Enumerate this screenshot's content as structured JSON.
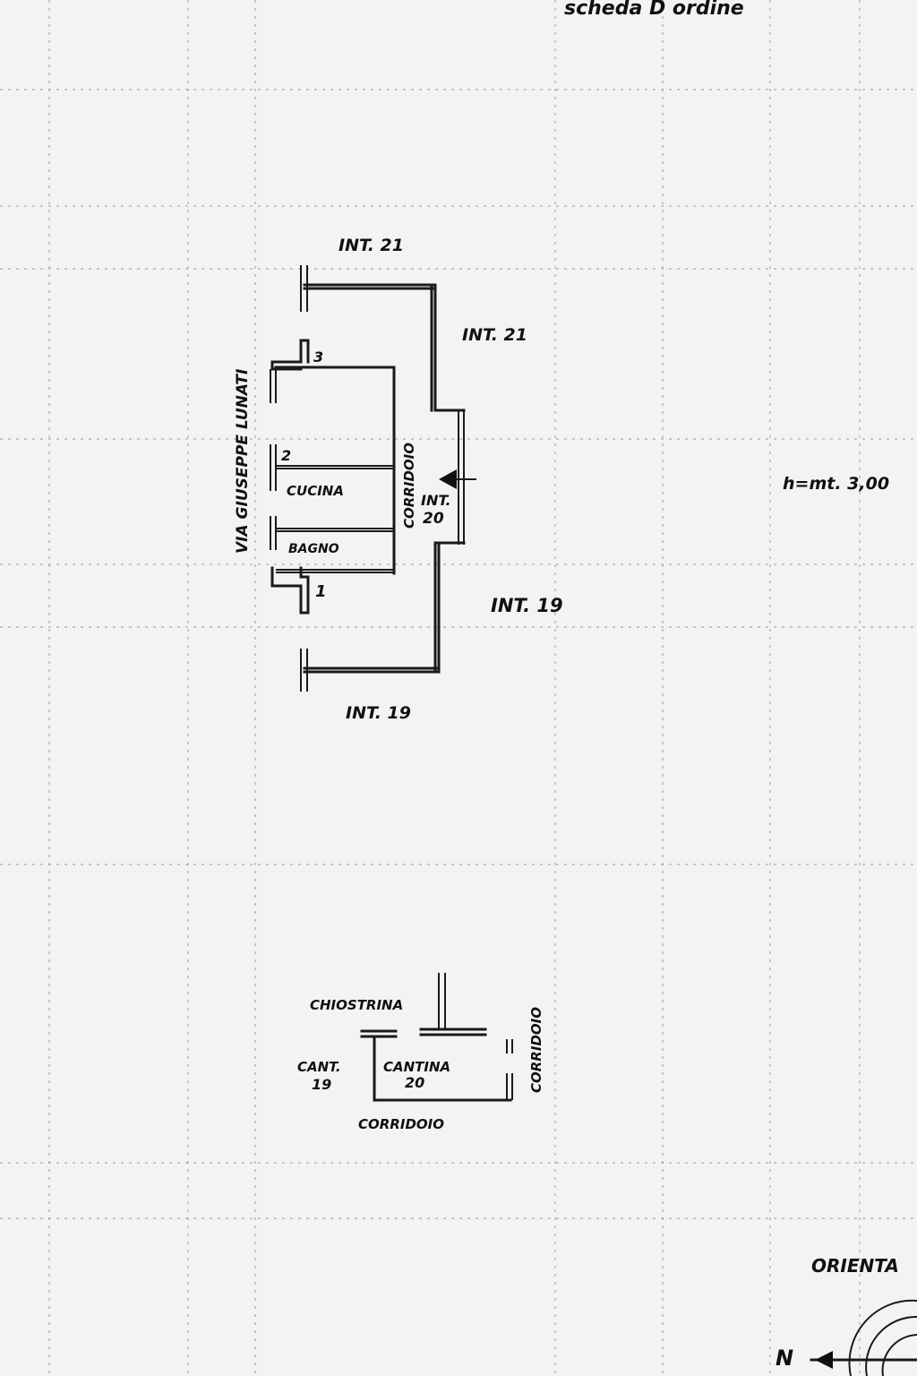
{
  "header": {
    "scribble": "scheda D ordine"
  },
  "plan": {
    "street": "VIA GIUSEPPE LUNATI",
    "neighbor_top": "INT. 21",
    "neighbor_right_top": "INT. 21",
    "neighbor_right_bottom": "INT. 19",
    "neighbor_bottom": "INT. 19",
    "unit_int": "INT.",
    "unit_num": "20",
    "rooms": {
      "cucina": "CUCINA",
      "bagno": "BAGNO",
      "corridoio": "CORRIDOIO"
    },
    "windows": {
      "w1": "1",
      "w2": "2",
      "w3": "3"
    },
    "height": "h=mt. 3,00"
  },
  "cellar": {
    "chiostrina": "CHIOSTRINA",
    "cant_line1": "CANT.",
    "cant_line2": "19",
    "cantina_line1": "CANTINA",
    "cantina_line2": "20",
    "corridoio_bottom": "CORRIDOIO",
    "corridoio_right": "CORRIDOIO"
  },
  "orientation": {
    "title": "ORIENTA",
    "north": "N"
  }
}
